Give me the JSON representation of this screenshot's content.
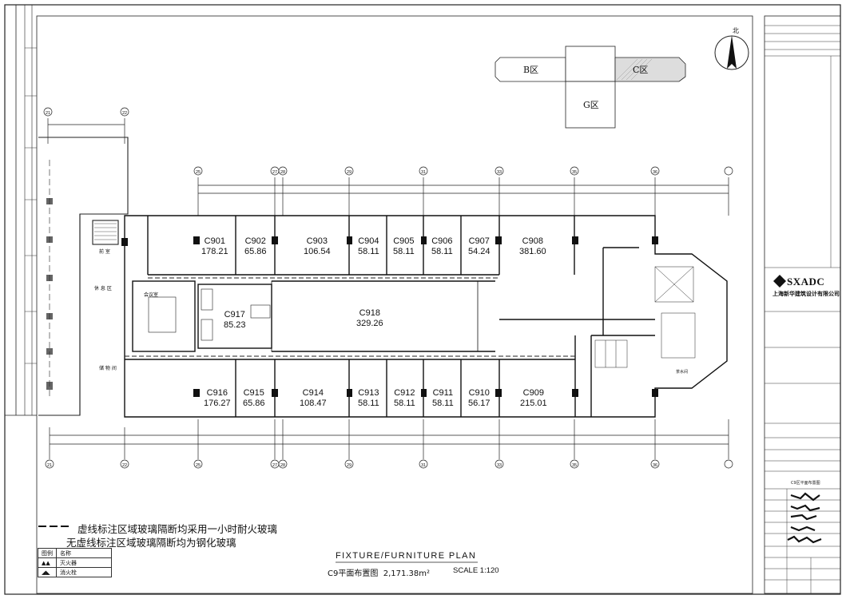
{
  "zones": {
    "b": "B区",
    "c": "C区",
    "g": "G区"
  },
  "north": "北",
  "grid_top": [
    "21",
    "22"
  ],
  "grid_row": [
    "25",
    "27",
    "28",
    "29",
    "31",
    "33",
    "35",
    "36"
  ],
  "grid_bottom": [
    "21",
    "22",
    "25",
    "27",
    "28",
    "29",
    "31",
    "33",
    "35",
    "36"
  ],
  "rooms": [
    {
      "name": "C901",
      "area": "178.21"
    },
    {
      "name": "C902",
      "area": "65.86"
    },
    {
      "name": "C903",
      "area": "106.54"
    },
    {
      "name": "C904",
      "area": "58.11"
    },
    {
      "name": "C905",
      "area": "58.11"
    },
    {
      "name": "C906",
      "area": "58.11"
    },
    {
      "name": "C907",
      "area": "54.24"
    },
    {
      "name": "C908",
      "area": "381.60"
    },
    {
      "name": "C917",
      "area": "85.23"
    },
    {
      "name": "C918",
      "area": "329.26"
    },
    {
      "name": "C916",
      "area": "176.27"
    },
    {
      "name": "C915",
      "area": "65.86"
    },
    {
      "name": "C914",
      "area": "108.47"
    },
    {
      "name": "C913",
      "area": "58.11"
    },
    {
      "name": "C912",
      "area": "58.11"
    },
    {
      "name": "C911",
      "area": "58.11"
    },
    {
      "name": "C910",
      "area": "56.17"
    },
    {
      "name": "C909",
      "area": "215.01"
    }
  ],
  "labels": {
    "front_desk": "前 室",
    "rest_area": "休 息 区",
    "meeting": "会议室",
    "storage": "储 物 间",
    "tea": "茶水间"
  },
  "notes": {
    "line1": "虚线标注区域玻璃隔断均采用一小时耐火玻璃",
    "line2": "无虚线标注区域玻璃隔断均为钢化玻璃"
  },
  "legend": {
    "header": [
      "图例",
      "名称"
    ],
    "rows": [
      "灭火器",
      "消火栓"
    ]
  },
  "title": {
    "en": "FIXTURE/FURNITURE PLAN",
    "cn_name": "C9平面布置图",
    "area": "2,171.38m²",
    "scale": "SCALE 1:120"
  },
  "titleblock": {
    "company_en": "SXADC",
    "company_cn": "上海新华建筑设计有限公司",
    "project": "C9区平面布置图"
  }
}
